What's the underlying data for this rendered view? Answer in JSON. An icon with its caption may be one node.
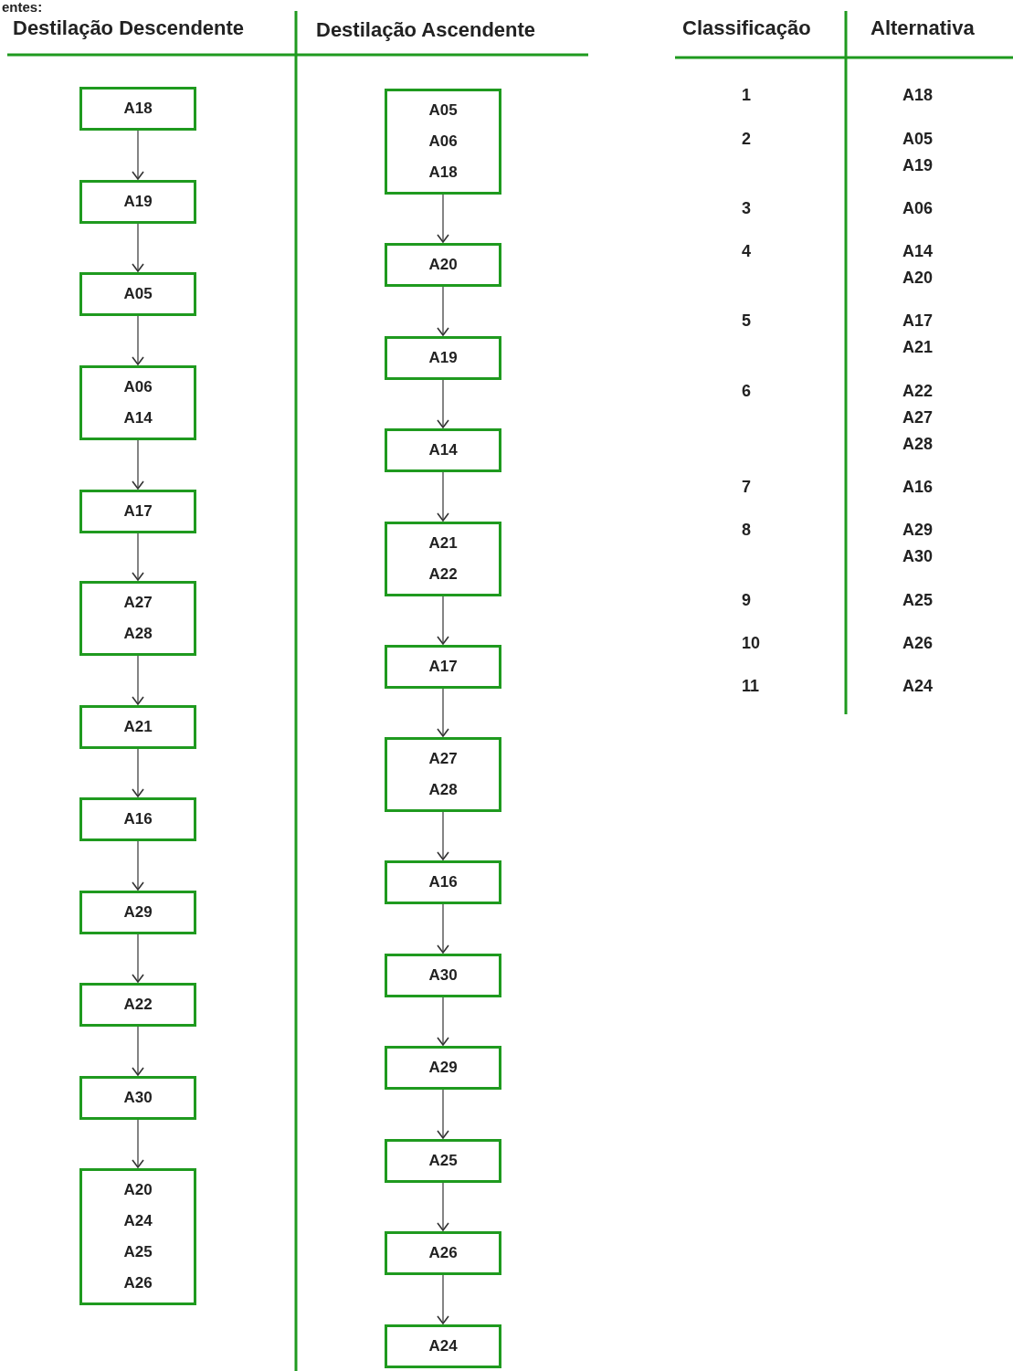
{
  "diagram": {
    "nodes": [
      {
        "text": [
          "A18"
        ]
      },
      {
        "text": [
          "A19"
        ]
      },
      {
        "text": [
          "A05"
        ]
      },
      {
        "text": [
          "A06",
          "A14"
        ]
      },
      {
        "text": [
          "A17"
        ]
      },
      {
        "text": [
          "A27",
          "A28"
        ]
      },
      {
        "text": [
          "A21"
        ]
      },
      {
        "text": [
          "A16"
        ]
      },
      {
        "text": [
          "A29"
        ]
      },
      {
        "text": [
          "A22"
        ]
      },
      {
        "text": [
          "A30"
        ]
      },
      {
        "text": [
          "A20",
          "A24",
          "A25",
          "A26"
        ]
      },
      {
        "text": [
          "A05",
          "A06",
          "A18"
        ]
      },
      {
        "text": [
          "A20"
        ]
      },
      {
        "text": [
          "A19"
        ]
      },
      {
        "text": [
          "A14"
        ]
      },
      {
        "text": [
          "A21",
          "A22"
        ]
      },
      {
        "text": [
          "A17"
        ]
      },
      {
        "text": [
          "A27",
          "A28"
        ]
      },
      {
        "text": [
          "A16"
        ]
      },
      {
        "text": [
          "A30"
        ]
      },
      {
        "text": [
          "A29"
        ]
      },
      {
        "text": [
          "A25"
        ]
      },
      {
        "text": [
          "A26"
        ]
      },
      {
        "text": [
          "A24"
        ]
      }
    ],
    "edges": [
      {
        "from": 0,
        "to": 1,
        "arrow": "to"
      },
      {
        "from": 1,
        "to": 2,
        "arrow": "to"
      },
      {
        "from": 2,
        "to": 3,
        "arrow": "to"
      },
      {
        "from": 3,
        "to": 4,
        "arrow": "to"
      },
      {
        "from": 4,
        "to": 5,
        "arrow": "to"
      },
      {
        "from": 5,
        "to": 6,
        "arrow": "to"
      },
      {
        "from": 6,
        "to": 7,
        "arrow": "to"
      },
      {
        "from": 7,
        "to": 8,
        "arrow": "to"
      },
      {
        "from": 8,
        "to": 9,
        "arrow": "to"
      },
      {
        "from": 9,
        "to": 10,
        "arrow": "to"
      },
      {
        "from": 10,
        "to": 11,
        "arrow": "to"
      },
      {
        "from": 12,
        "to": 13,
        "arrow": "to"
      },
      {
        "from": 13,
        "to": 14,
        "arrow": "to"
      },
      {
        "from": 14,
        "to": 15,
        "arrow": "to"
      },
      {
        "from": 15,
        "to": 16,
        "arrow": "to"
      },
      {
        "from": 16,
        "to": 17,
        "arrow": "to"
      },
      {
        "from": 17,
        "to": 18,
        "arrow": "to"
      },
      {
        "from": 18,
        "to": 19,
        "arrow": "to"
      },
      {
        "from": 19,
        "to": 20,
        "arrow": "to"
      },
      {
        "from": 20,
        "to": 21,
        "arrow": "to"
      },
      {
        "from": 21,
        "to": 22,
        "arrow": "to"
      },
      {
        "from": 22,
        "to": 23,
        "arrow": "to"
      },
      {
        "from": 23,
        "to": 24,
        "arrow": "to"
      }
    ],
    "labels": [
      "entes:",
      "Destilação Descendente",
      "Destilação Ascendente",
      "Classificação",
      "Alternativa",
      "1",
      "A18",
      "2",
      "A05 A19",
      "3",
      "A06",
      "4",
      "A14 A20",
      "5",
      "A17 A21",
      "6",
      "A22 A27 A28",
      "7",
      "A16",
      "8",
      "A29 A30",
      "9",
      "A25",
      "10",
      "A26",
      "11",
      "A24"
    ]
  }
}
